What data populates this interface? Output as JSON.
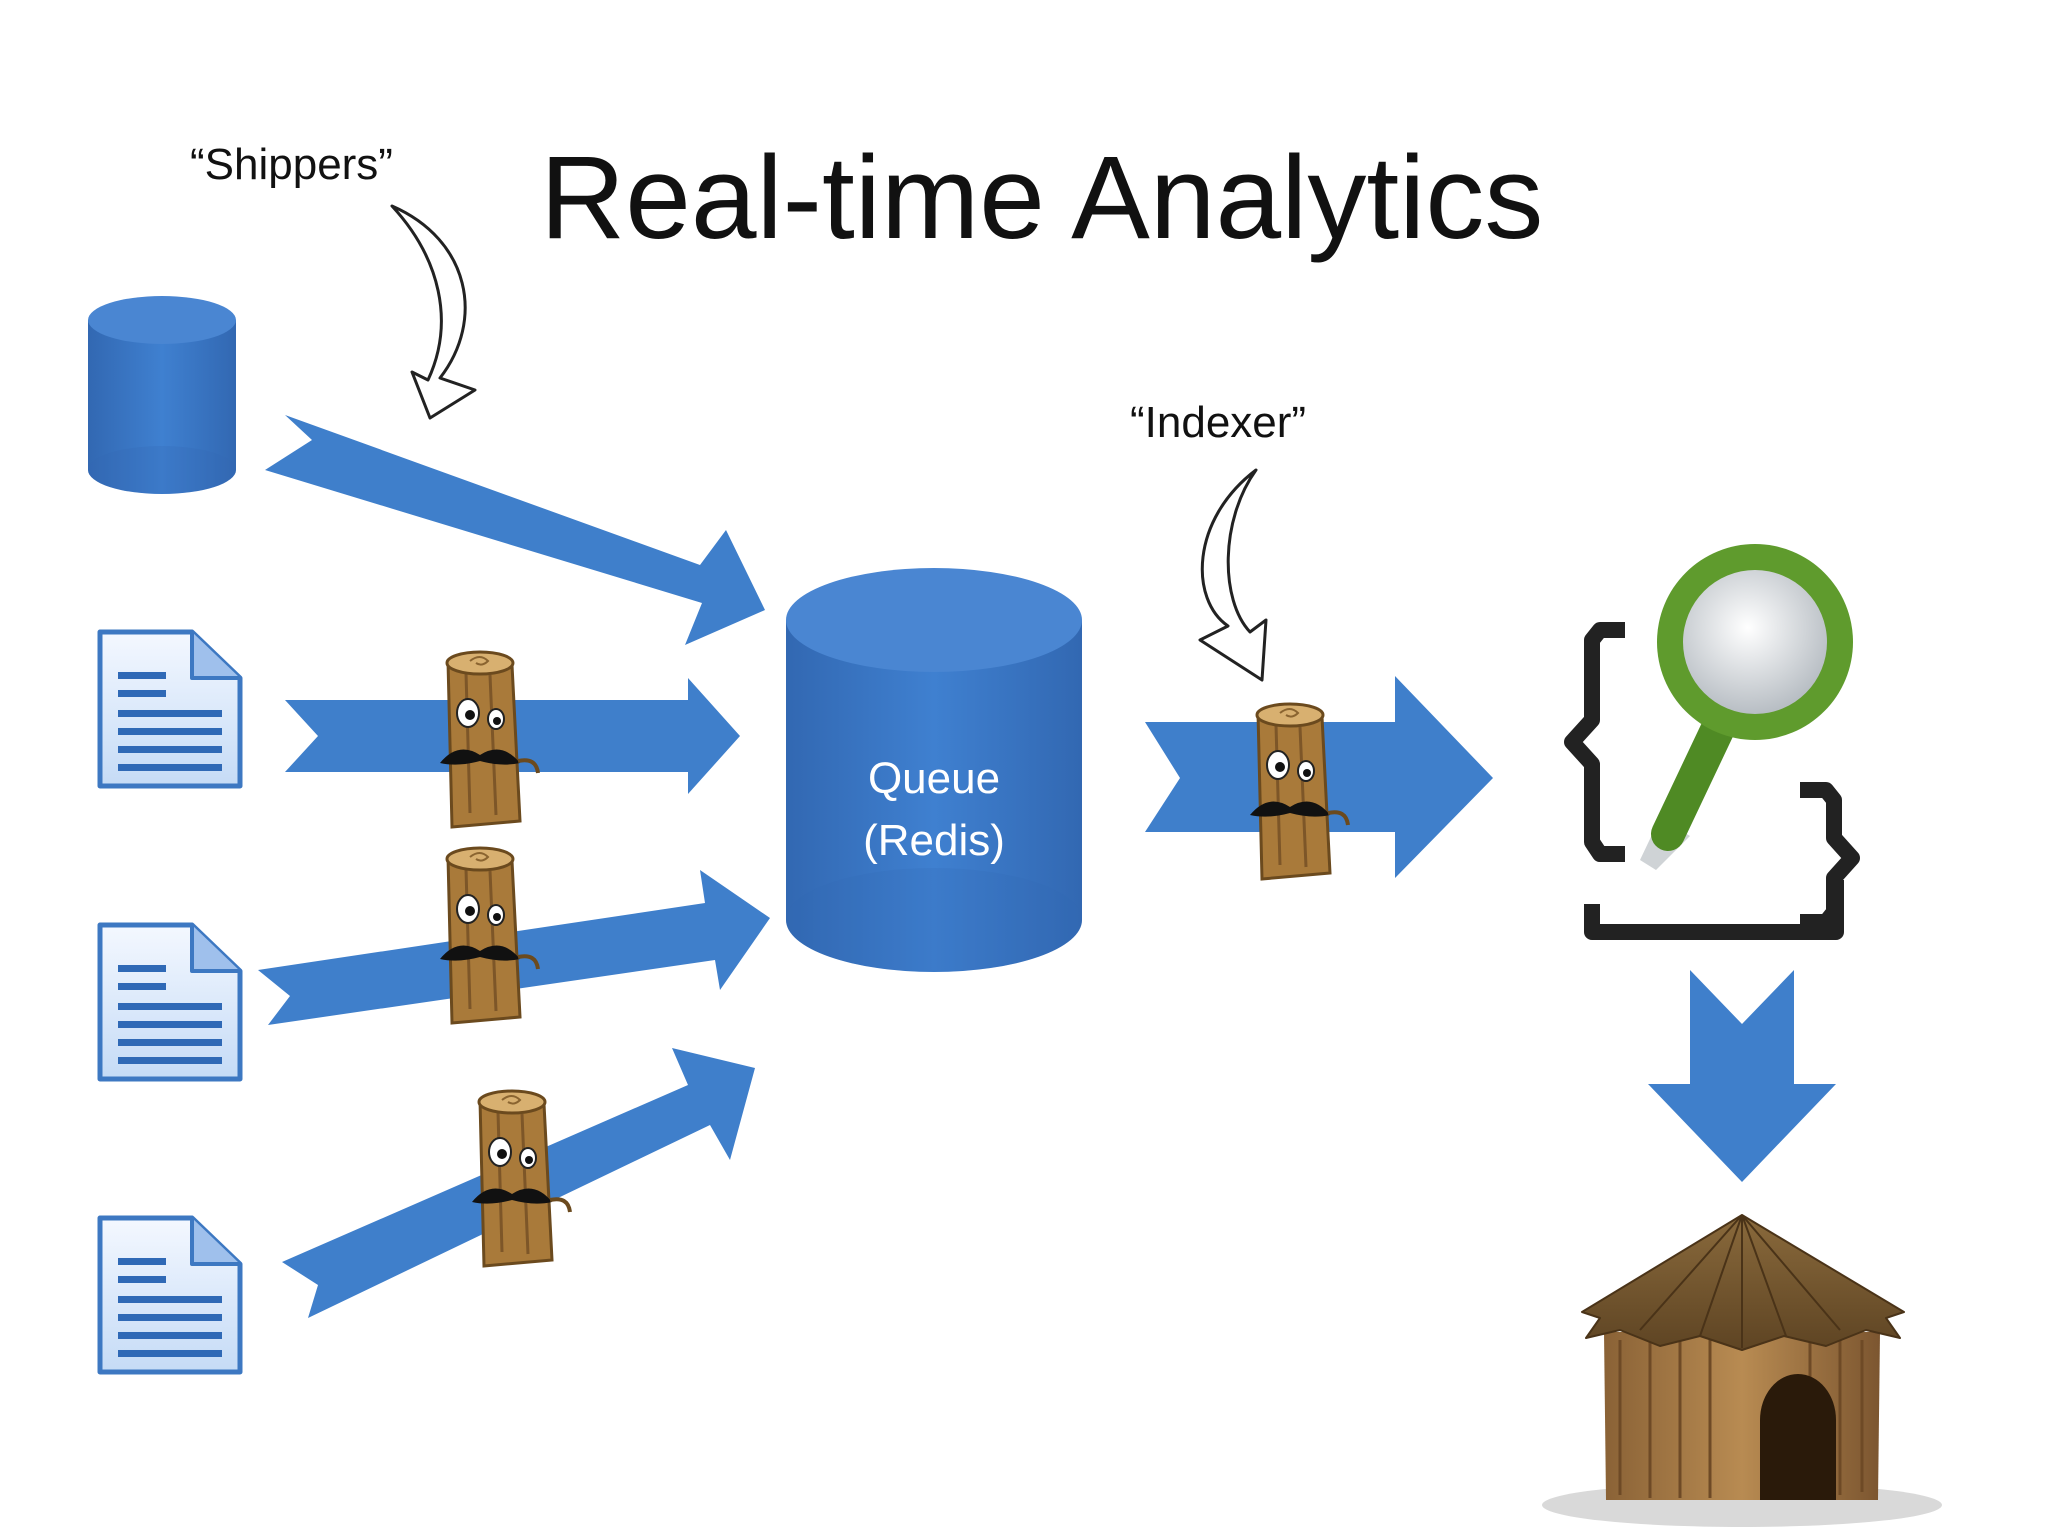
{
  "slide": {
    "title": "Real-time Analytics"
  },
  "callouts": {
    "shippers": "“Shippers”",
    "indexer": "“Indexer”"
  },
  "queue": {
    "line1": "Queue",
    "line2": "(Redis)"
  },
  "icons": {
    "source_database": "database-icon",
    "source_documents": [
      "document-icon",
      "document-icon",
      "document-icon"
    ],
    "shipper_agents": [
      "log-mascot-icon",
      "log-mascot-icon",
      "log-mascot-icon"
    ],
    "indexer_agent": "log-mascot-icon",
    "search_engine": "search-braces-icon",
    "storage": "hut-icon"
  },
  "colors": {
    "flow_blue": "#3f7fcb",
    "cylinder_blue": "#3a74c2",
    "search_green": "#5f9b2d",
    "wood": "#a97a3a"
  }
}
